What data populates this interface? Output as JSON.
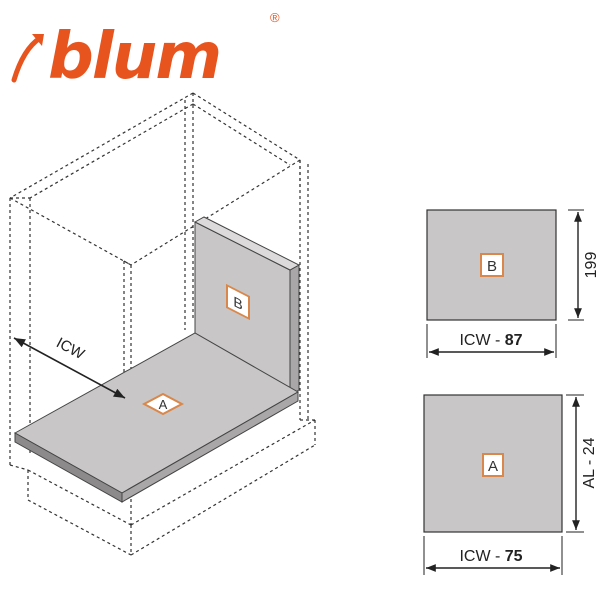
{
  "brand": {
    "name": "blum",
    "registered_mark": "®",
    "logo_color": "#e8541e",
    "logo_icon": "hook-arrow-icon"
  },
  "cabinet": {
    "width_label": "ICW",
    "bottom_panel_label": "A",
    "back_panel_label": "B"
  },
  "panel_b": {
    "label": "B",
    "width_dim_prefix": "ICW - ",
    "width_dim_value": "87",
    "height_dim": "199"
  },
  "panel_a": {
    "label": "A",
    "width_dim_prefix": "ICW - ",
    "width_dim_value": "75",
    "height_dim": "AL - 24"
  },
  "colors": {
    "panel_fill": "#c8c6c6",
    "panel_dark": "#8c8a8a",
    "label_accent": "#d9874a",
    "line": "#222222"
  }
}
